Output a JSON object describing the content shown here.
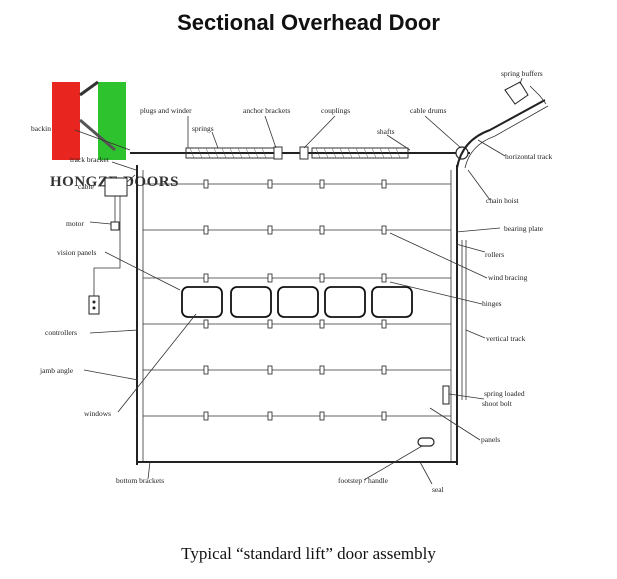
{
  "title": "Sectional Overhead Door",
  "caption": "Typical “standard lift” door assembly",
  "logo": {
    "text": "HONGZE DOORS",
    "colors": {
      "red": "#e8251e",
      "green": "#2fc22f"
    }
  },
  "labels": {
    "spring_buffers": "spring buffers",
    "plugs_and_winder": "plugs and winder",
    "anchor_brackets": "anchor brackets",
    "couplings": "couplings",
    "cable_drums": "cable drums",
    "backing": "backin",
    "springs": "springs",
    "shafts": "shafts",
    "horizontal_track": "horizontal track",
    "track_bracket": "track bracket",
    "cable": "cable",
    "chain_hoist": "chain hoist",
    "motor": "motor",
    "bearing_plate": "bearing plate",
    "vision_panels": "vision panels",
    "rollers": "rollers",
    "wind_bracing": "wind bracing",
    "hinges": "hinges",
    "controllers": "controllers",
    "vertical_track": "vertical track",
    "jamb_angle": "jamb angle",
    "spring_loaded_shoot_bolt_1": "spring loaded",
    "spring_loaded_shoot_bolt_2": "shoot bolt",
    "windows": "windows",
    "panels": "panels",
    "bottom_brackets": "bottom brackets",
    "footstep_handle": "footstep / handle",
    "seal": "seal"
  }
}
